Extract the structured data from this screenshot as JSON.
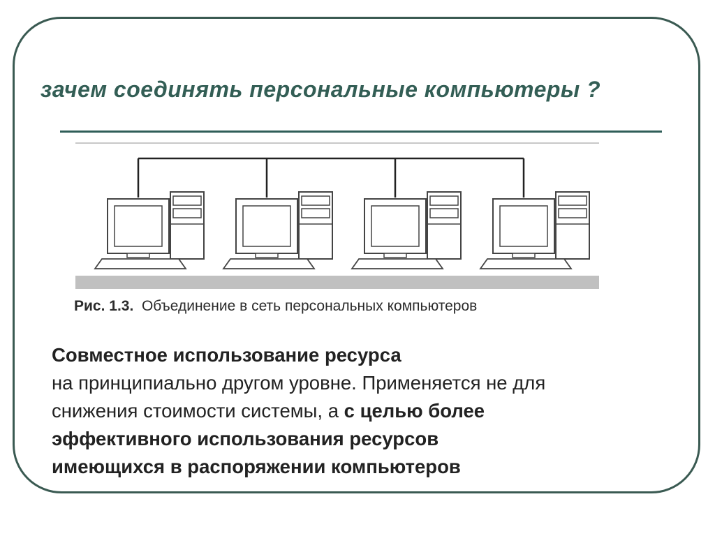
{
  "slide": {
    "title": "зачем соединять персональные компьютеры ?",
    "figure": {
      "caption_label": "Рис. 1.3.",
      "caption_text": "Объединение в сеть персональных компьютеров",
      "computers": 4
    },
    "body": {
      "line1": "Совместное использование ресурса",
      "line2": "на принципиально другом уровне. Применяется не для",
      "line3_normal": "снижения стоимости системы, а ",
      "line3_bold": "с целью более",
      "line4": "эффективного использования ресурсов",
      "line5": "имеющихся в распоряжении компьютеров"
    },
    "colors": {
      "accent": "#335e55",
      "frame": "#3a5a52"
    }
  }
}
